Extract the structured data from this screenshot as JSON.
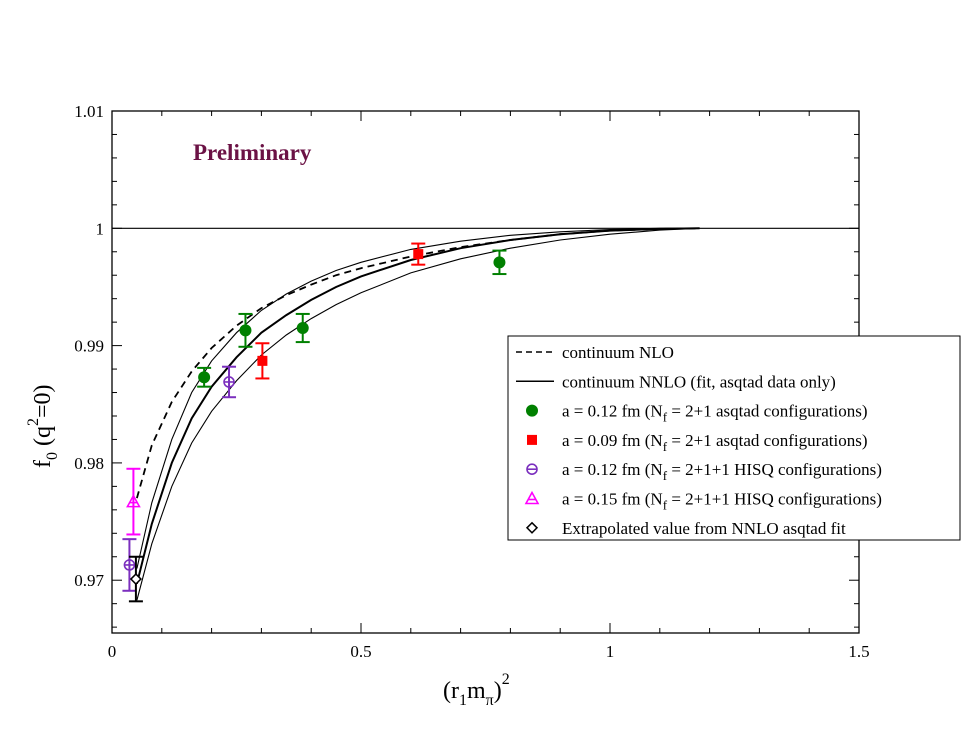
{
  "chart_data": {
    "type": "scatter",
    "annotation": "Preliminary",
    "annotation_color": "#6b1245",
    "xlabel": {
      "base": "(r",
      "sub1": "1",
      "mid": "m",
      "sub2": "π",
      "close": ")",
      "sup": "2"
    },
    "ylabel": {
      "base": "f",
      "sub": "0",
      "mid": " (q",
      "sup": "2",
      "end": "=0)"
    },
    "xlim": [
      0,
      1.5
    ],
    "ylim": [
      0.9655,
      1.01
    ],
    "x_ticks": [
      {
        "value": 0,
        "label": "0"
      },
      {
        "value": 0.5,
        "label": "0.5"
      },
      {
        "value": 1,
        "label": "1"
      },
      {
        "value": 1.5,
        "label": "1.5"
      }
    ],
    "y_ticks": [
      {
        "value": 0.97,
        "label": "0.97"
      },
      {
        "value": 0.98,
        "label": "0.98"
      },
      {
        "value": 0.99,
        "label": "0.99"
      },
      {
        "value": 1.0,
        "label": "1"
      },
      {
        "value": 1.01,
        "label": "1.01"
      }
    ],
    "reference_line": {
      "y": 1.0
    },
    "curves": [
      {
        "id": "nlo",
        "style": "dashed",
        "x": [
          0.05,
          0.08,
          0.12,
          0.16,
          0.2,
          0.25,
          0.3,
          0.35,
          0.4,
          0.45,
          0.5,
          0.6,
          0.7,
          0.8,
          0.9,
          1.0,
          1.1,
          1.18
        ],
        "y": [
          0.977,
          0.9815,
          0.9852,
          0.9878,
          0.9898,
          0.9917,
          0.9932,
          0.9943,
          0.9952,
          0.996,
          0.9966,
          0.9976,
          0.9984,
          0.999,
          0.9995,
          0.9998,
          0.99995,
          1.0
        ]
      },
      {
        "id": "nnlo-central",
        "style": "solid",
        "x": [
          0.05,
          0.08,
          0.12,
          0.16,
          0.2,
          0.25,
          0.3,
          0.35,
          0.4,
          0.45,
          0.5,
          0.6,
          0.7,
          0.8,
          0.9,
          1.0,
          1.1,
          1.18
        ],
        "y": [
          0.9697,
          0.9748,
          0.98,
          0.9838,
          0.9865,
          0.989,
          0.9911,
          0.9926,
          0.9939,
          0.995,
          0.9959,
          0.9973,
          0.9983,
          0.999,
          0.9995,
          0.9998,
          0.99995,
          1.0
        ]
      },
      {
        "id": "nnlo-upper",
        "style": "thin",
        "x": [
          0.05,
          0.08,
          0.12,
          0.16,
          0.2,
          0.25,
          0.3,
          0.35,
          0.4,
          0.45,
          0.5,
          0.6,
          0.7,
          0.8,
          0.9,
          1.0,
          1.1,
          1.18
        ],
        "y": [
          0.971,
          0.9766,
          0.982,
          0.986,
          0.9887,
          0.9911,
          0.993,
          0.9944,
          0.9955,
          0.9964,
          0.9971,
          0.9982,
          0.9989,
          0.9994,
          0.9997,
          0.9999,
          1.0,
          1.0
        ]
      },
      {
        "id": "nnlo-lower",
        "style": "thin",
        "x": [
          0.05,
          0.08,
          0.12,
          0.16,
          0.2,
          0.25,
          0.3,
          0.35,
          0.4,
          0.45,
          0.5,
          0.6,
          0.7,
          0.8,
          0.9,
          1.0,
          1.1,
          1.18
        ],
        "y": [
          0.9683,
          0.9731,
          0.978,
          0.9817,
          0.9844,
          0.987,
          0.9892,
          0.9909,
          0.9923,
          0.9935,
          0.9945,
          0.9962,
          0.9974,
          0.9983,
          0.999,
          0.9995,
          0.99985,
          1.0
        ]
      }
    ],
    "series": [
      {
        "name": "a = 0.12 fm (Nf = 2+1 asqtad configurations)",
        "marker": "circle-filled",
        "color": "#008000",
        "points": [
          {
            "x": 0.185,
            "y": 0.9873,
            "err": 0.0008
          },
          {
            "x": 0.268,
            "y": 0.9913,
            "err": 0.0014
          },
          {
            "x": 0.383,
            "y": 0.9915,
            "err": 0.0012
          },
          {
            "x": 0.778,
            "y": 0.9971,
            "err": 0.001
          }
        ]
      },
      {
        "name": "a = 0.09 fm (Nf = 2+1 asqtad configurations)",
        "marker": "square-filled",
        "color": "#ff0000",
        "points": [
          {
            "x": 0.302,
            "y": 0.9887,
            "err": 0.0015
          },
          {
            "x": 0.615,
            "y": 0.9978,
            "err": 0.0009
          }
        ]
      },
      {
        "name": "a = 0.12 fm (Nf = 2+1+1 HISQ configurations)",
        "marker": "circle-open-bar",
        "color": "#7b2fbe",
        "points": [
          {
            "x": 0.235,
            "y": 0.9869,
            "err": 0.0013
          },
          {
            "x": 0.035,
            "y": 0.9713,
            "err": 0.0022
          }
        ]
      },
      {
        "name": "a = 0.15 fm (Nf = 2+1+1 HISQ configurations)",
        "marker": "triangle-open-bar",
        "color": "#ff00ff",
        "points": [
          {
            "x": 0.043,
            "y": 0.9767,
            "err": 0.0028
          }
        ]
      },
      {
        "name": "Extrapolated value from NNLO asqtad fit",
        "marker": "diamond-open",
        "color": "#000000",
        "points": [
          {
            "x": 0.048,
            "y": 0.9701,
            "err": 0.0019
          }
        ]
      }
    ],
    "legend": {
      "placement": "right",
      "entries": [
        {
          "kind": "dashed",
          "color": "#000000",
          "text": {
            "pre": "continuum NLO",
            "sub": "",
            "post": ""
          }
        },
        {
          "kind": "solid",
          "color": "#000000",
          "text": {
            "pre": "continuum NNLO (fit, asqtad data only)",
            "sub": "",
            "post": ""
          }
        },
        {
          "kind": "circle-filled",
          "color": "#008000",
          "text": {
            "pre": "a = 0.12 fm (N",
            "sub": "f",
            "post": " = 2+1 asqtad configurations)"
          }
        },
        {
          "kind": "square-filled",
          "color": "#ff0000",
          "text": {
            "pre": "a = 0.09 fm (N",
            "sub": "f",
            "post": " = 2+1 asqtad configurations)"
          }
        },
        {
          "kind": "circle-open-bar",
          "color": "#7b2fbe",
          "text": {
            "pre": "a = 0.12 fm (N",
            "sub": "f",
            "post": " = 2+1+1 HISQ configurations)"
          }
        },
        {
          "kind": "triangle-open-bar",
          "color": "#ff00ff",
          "text": {
            "pre": "a = 0.15 fm (N",
            "sub": "f",
            "post": " = 2+1+1 HISQ configurations)"
          }
        },
        {
          "kind": "diamond-open",
          "color": "#000000",
          "text": {
            "pre": "Extrapolated value from NNLO asqtad fit",
            "sub": "",
            "post": ""
          }
        }
      ]
    }
  }
}
